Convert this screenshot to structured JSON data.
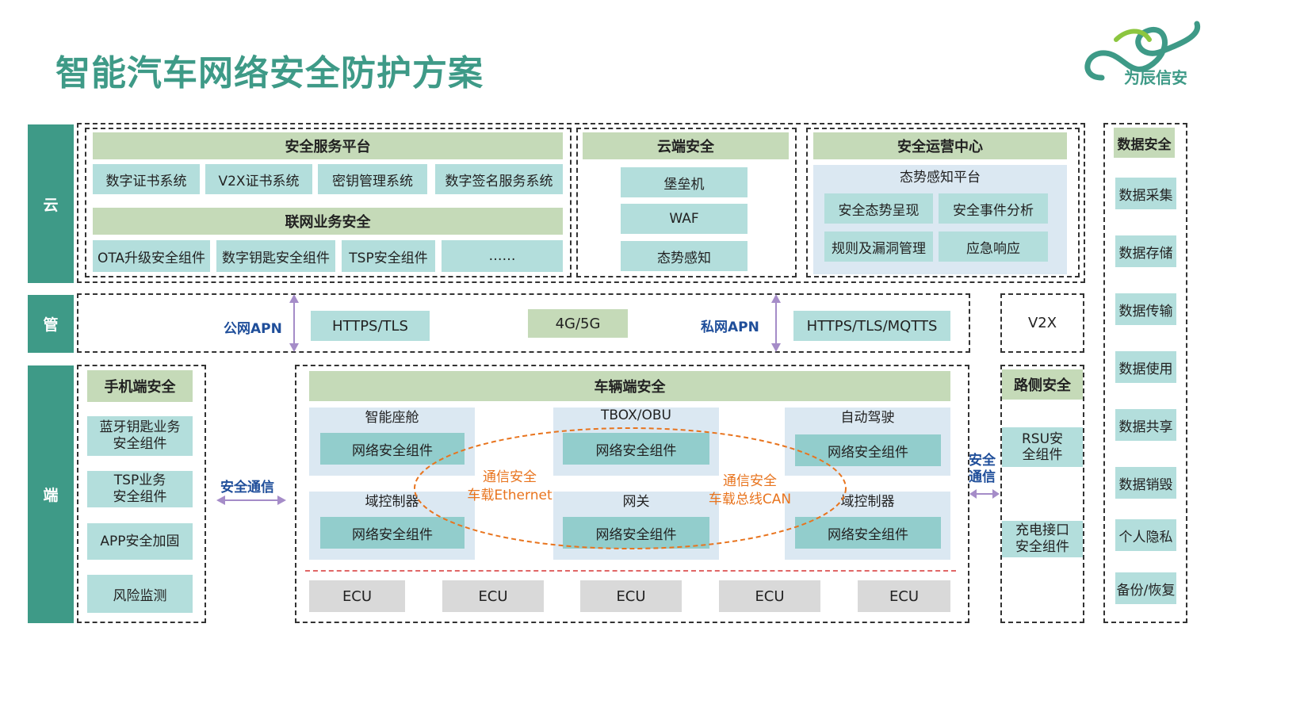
{
  "title": "智能汽车网络安全防护方案",
  "logo": {
    "text": "为辰信安",
    "color": "#3e9a87"
  },
  "tiers": {
    "cloud": "云",
    "pipe": "管",
    "end": "端"
  },
  "cloud": {
    "service_platform": {
      "title": "安全服务平台",
      "items": [
        "数字证书系统",
        "V2X证书系统",
        "密钥管理系统",
        "数字签名服务系统"
      ]
    },
    "connected": {
      "title": "联网业务安全",
      "items": [
        "OTA升级安全组件",
        "数字钥匙安全组件",
        "TSP安全组件",
        "……"
      ]
    },
    "cloud_security": {
      "title": "云端安全",
      "items": [
        "堡垒机",
        "WAF",
        "态势感知"
      ]
    },
    "soc": {
      "title": "安全运营中心",
      "subtitle": "态势感知平台",
      "items": [
        "安全态势呈现",
        "安全事件分析",
        "规则及漏洞管理",
        "应急响应"
      ]
    }
  },
  "pipe": {
    "public_apn": "公网APN",
    "https_tls": "HTTPS/TLS",
    "net": "4G/5G",
    "private_apn": "私网APN",
    "https_mqtts": "HTTPS/TLS/MQTTS",
    "v2x": "V2X"
  },
  "phone": {
    "title": "手机端安全",
    "items": [
      "蓝牙钥匙业务安全组件",
      "TSP业务安全组件",
      "APP安全加固",
      "风险监测"
    ]
  },
  "secure_comm": "安全通信",
  "vehicle": {
    "title": "车辆端安全",
    "areas": [
      "智能座舱",
      "TBOX/OBU",
      "自动驾驶",
      "域控制器",
      "网关",
      "域控制器"
    ],
    "component": "网络安全组件",
    "comm1": {
      "line1": "通信安全",
      "line2": "车载Ethernet"
    },
    "comm2": {
      "line1": "通信安全",
      "line2": "车载总线CAN"
    },
    "ecus": [
      "ECU",
      "ECU",
      "ECU",
      "ECU",
      "ECU"
    ]
  },
  "roadside_comm": {
    "line1": "安全",
    "line2": "通信"
  },
  "roadside": {
    "title": "路侧安全",
    "items": [
      "RSU安全组件",
      "充电接口安全组件"
    ]
  },
  "data_security": {
    "title": "数据安全",
    "items": [
      "数据采集",
      "数据存储",
      "数据传输",
      "数据使用",
      "数据共享",
      "数据销毁",
      "个人隐私",
      "备份/恢复"
    ]
  }
}
